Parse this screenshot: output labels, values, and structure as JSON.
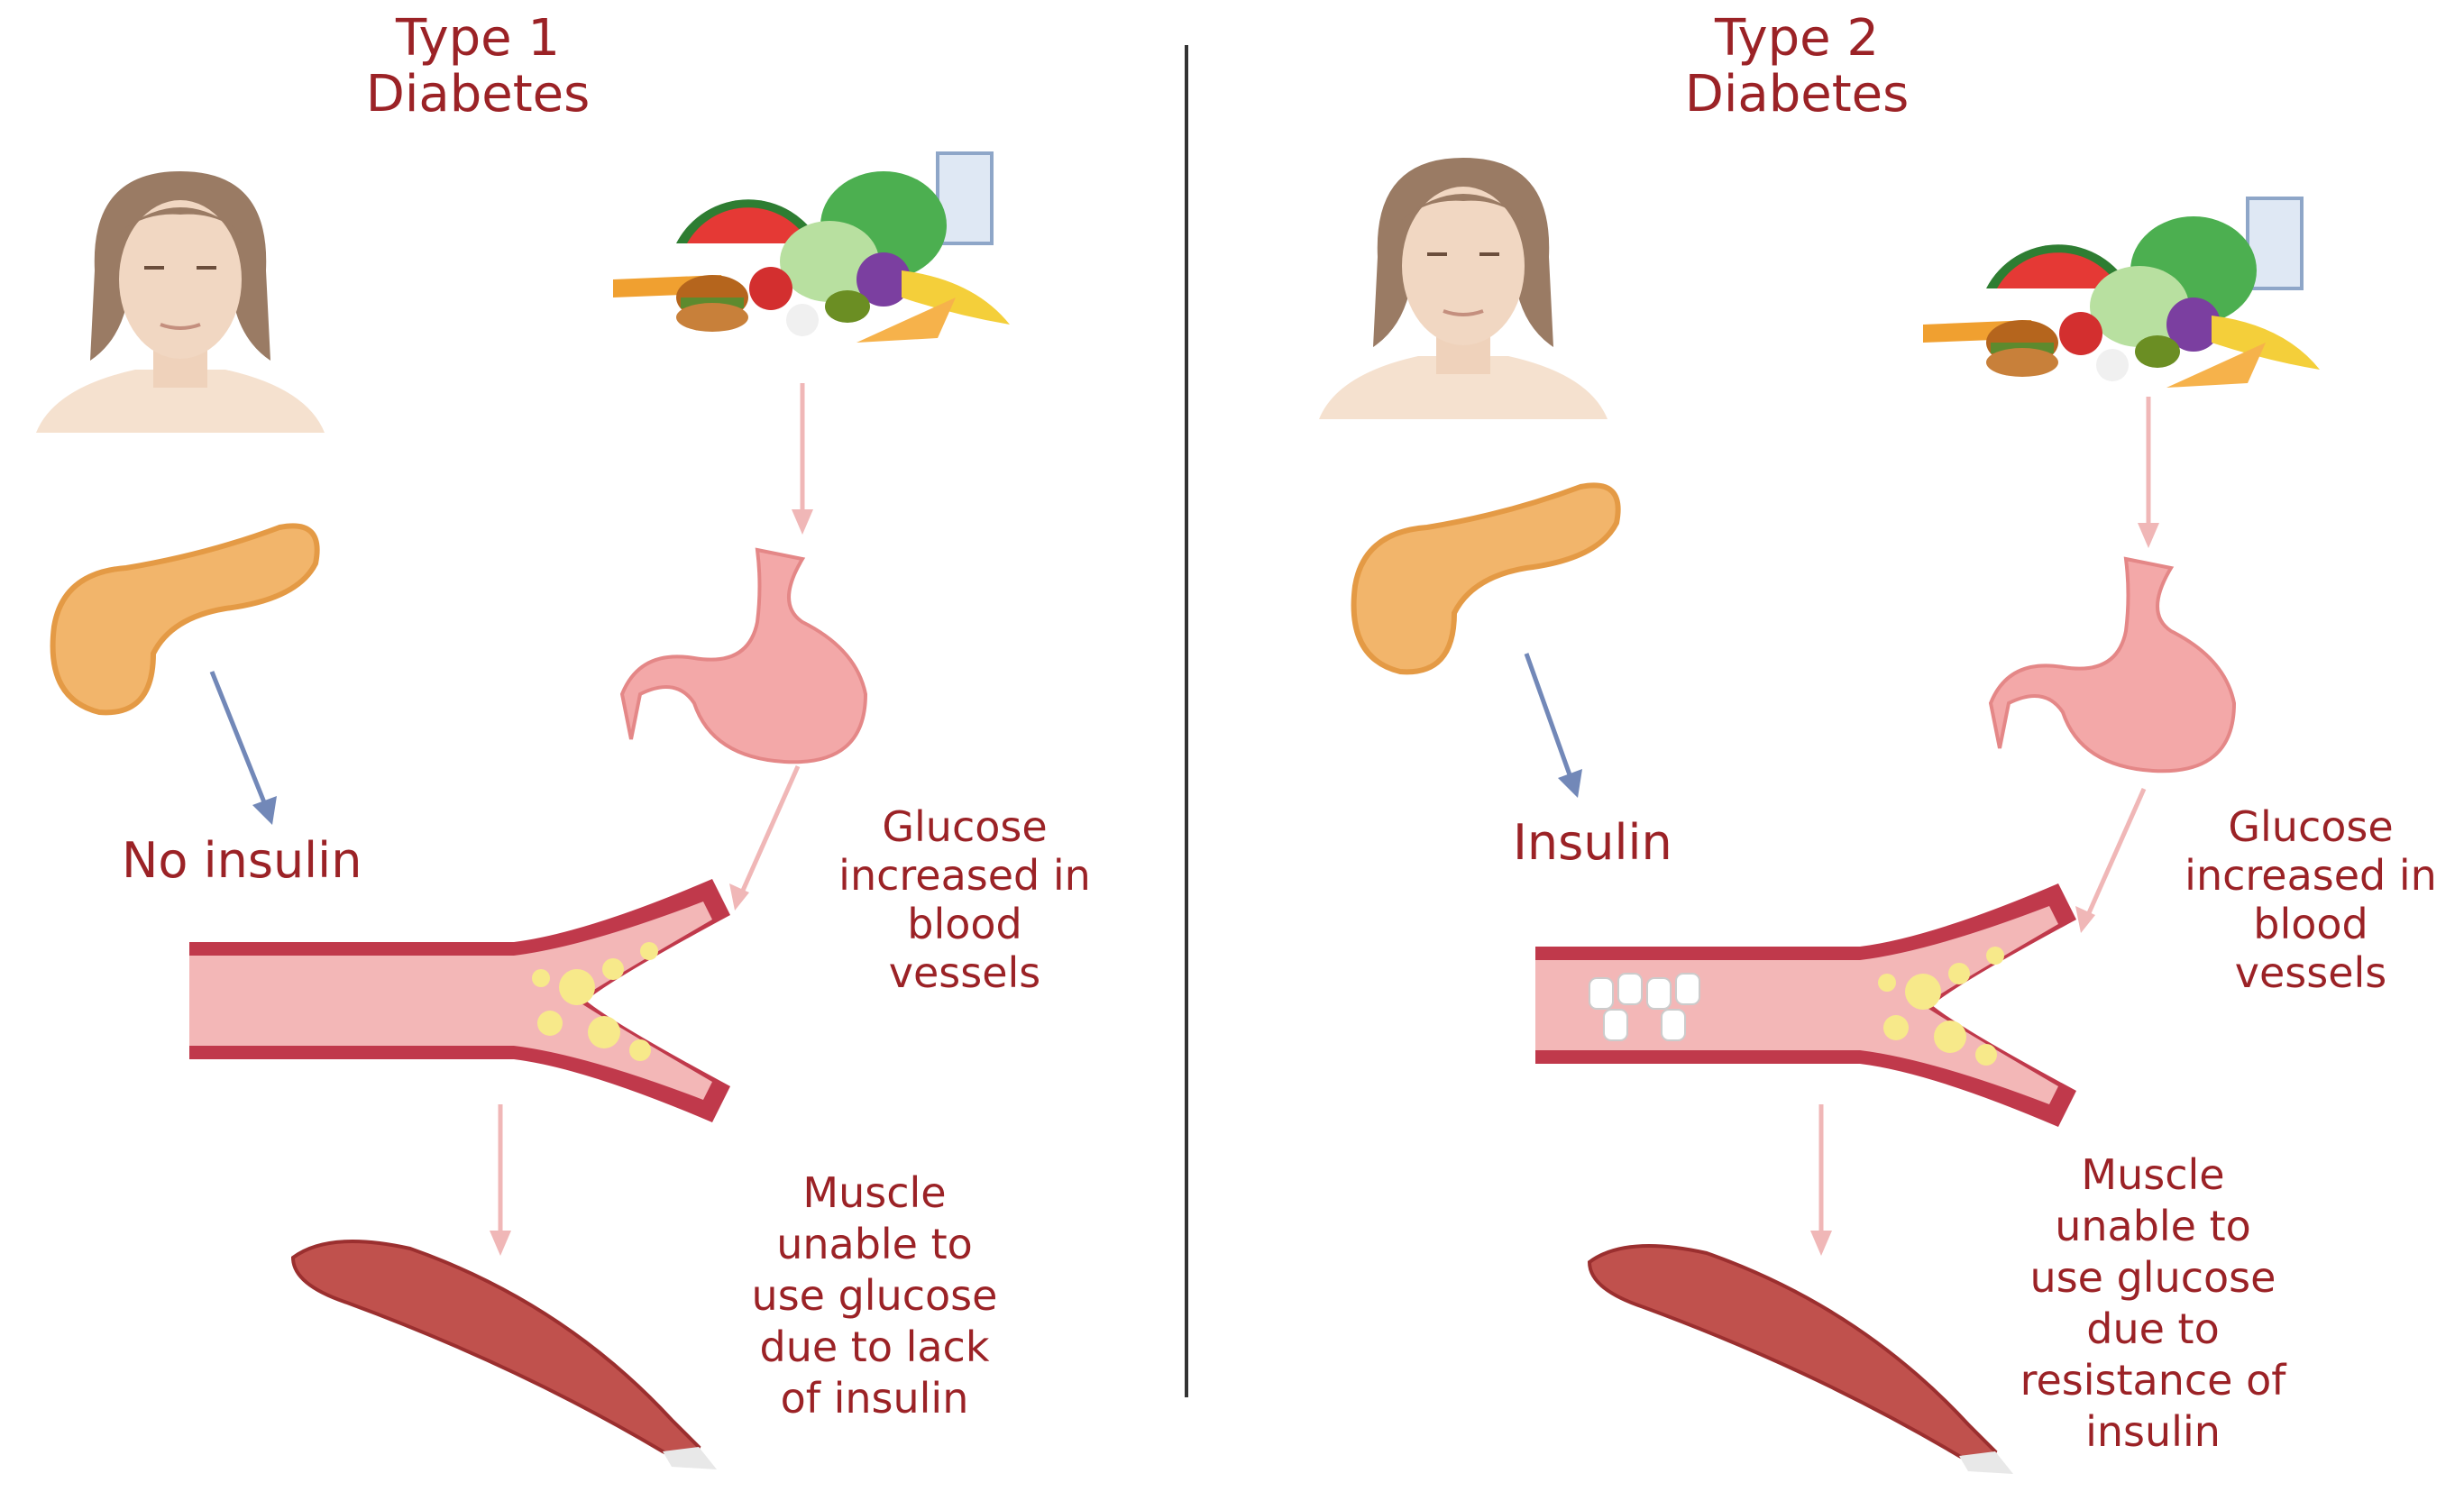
{
  "type1": {
    "title_line1": "Type 1",
    "title_line2": "Diabetes",
    "insulin_label": "No insulin",
    "glucose_label": [
      "Glucose",
      "increased in",
      "blood",
      "vessels"
    ],
    "muscle_label": [
      "Muscle",
      "unable to",
      "use glucose",
      "due to lack",
      "of insulin"
    ]
  },
  "type2": {
    "title_line1": "Type 2",
    "title_line2": "Diabetes",
    "insulin_label": "Insulin",
    "glucose_label": [
      "Glucose",
      "increased in",
      "blood",
      "vessels"
    ],
    "muscle_label": [
      "Muscle",
      "unable to",
      "use glucose",
      "due to",
      "resistance of",
      "insulin"
    ]
  },
  "colors": {
    "text": "#9b2226",
    "vessel_outer": "#c0394b",
    "vessel_inner": "#f3b7b7",
    "glucose": "#f7e98a",
    "pancreas": "#f2b56b",
    "stomach": "#f0a0a0",
    "muscle": "#c0514d",
    "arrow_pink": "#f0b7b7",
    "arrow_blue": "#7288b8"
  }
}
